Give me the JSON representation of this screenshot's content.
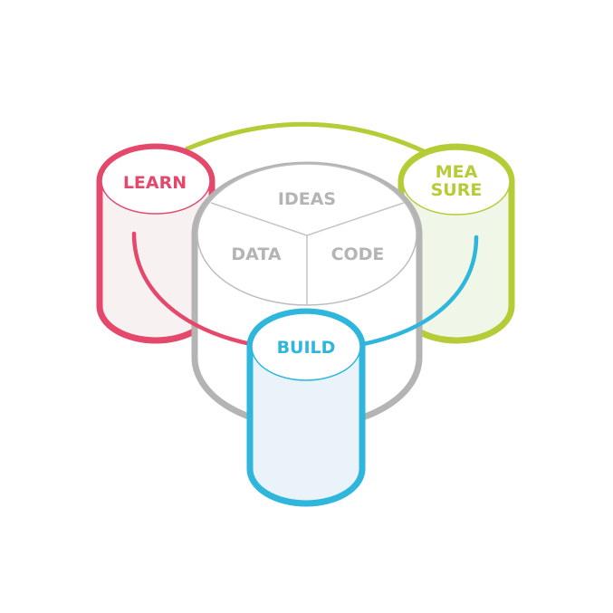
{
  "diagram": {
    "center": {
      "segments": {
        "ideas": "IDEAS",
        "data": "DATA",
        "code": "CODE"
      }
    },
    "learn": {
      "label": "LEARN"
    },
    "measure": {
      "label_line1": "MEA",
      "label_line2": "SURE"
    },
    "build": {
      "label": "BUILD"
    },
    "colors": {
      "learn": "#e4496c",
      "measure": "#b5cc37",
      "build": "#2eb6dc",
      "center": "#b4b4b4"
    }
  }
}
